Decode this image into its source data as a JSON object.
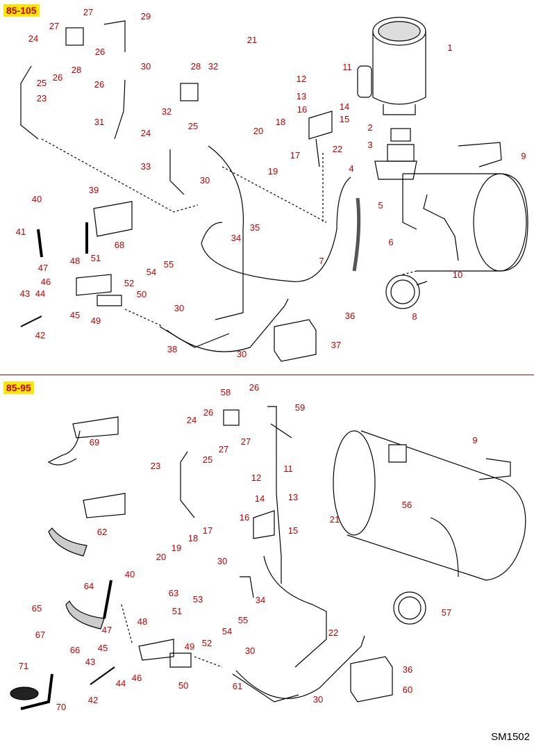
{
  "diagram": {
    "sections": [
      {
        "id": "top",
        "model_label": "85-105"
      },
      {
        "id": "bottom",
        "model_label": "85-95"
      }
    ],
    "drawing_id": "SM1502",
    "callouts_top": [
      {
        "n": "27"
      },
      {
        "n": "29"
      },
      {
        "n": "27"
      },
      {
        "n": "24"
      },
      {
        "n": "26"
      },
      {
        "n": "25"
      },
      {
        "n": "26"
      },
      {
        "n": "28"
      },
      {
        "n": "23"
      },
      {
        "n": "30"
      },
      {
        "n": "26"
      },
      {
        "n": "31"
      },
      {
        "n": "21"
      },
      {
        "n": "1"
      },
      {
        "n": "11"
      },
      {
        "n": "12"
      },
      {
        "n": "13"
      },
      {
        "n": "14"
      },
      {
        "n": "28"
      },
      {
        "n": "32"
      },
      {
        "n": "32"
      },
      {
        "n": "24"
      },
      {
        "n": "25"
      },
      {
        "n": "16"
      },
      {
        "n": "15"
      },
      {
        "n": "18"
      },
      {
        "n": "20"
      },
      {
        "n": "19"
      },
      {
        "n": "17"
      },
      {
        "n": "22"
      },
      {
        "n": "2"
      },
      {
        "n": "3"
      },
      {
        "n": "33"
      },
      {
        "n": "9"
      },
      {
        "n": "4"
      },
      {
        "n": "5"
      },
      {
        "n": "30"
      },
      {
        "n": "39"
      },
      {
        "n": "40"
      },
      {
        "n": "35"
      },
      {
        "n": "41"
      },
      {
        "n": "34"
      },
      {
        "n": "6"
      },
      {
        "n": "68"
      },
      {
        "n": "55"
      },
      {
        "n": "54"
      },
      {
        "n": "48"
      },
      {
        "n": "51"
      },
      {
        "n": "52"
      },
      {
        "n": "47"
      },
      {
        "n": "7"
      },
      {
        "n": "46"
      },
      {
        "n": "10"
      },
      {
        "n": "43"
      },
      {
        "n": "44"
      },
      {
        "n": "50"
      },
      {
        "n": "45"
      },
      {
        "n": "49"
      },
      {
        "n": "30"
      },
      {
        "n": "36"
      },
      {
        "n": "8"
      },
      {
        "n": "42"
      },
      {
        "n": "37"
      },
      {
        "n": "38"
      },
      {
        "n": "30"
      }
    ],
    "callouts_bottom": [
      {
        "n": "58"
      },
      {
        "n": "26"
      },
      {
        "n": "59"
      },
      {
        "n": "24"
      },
      {
        "n": "26"
      },
      {
        "n": "69"
      },
      {
        "n": "25"
      },
      {
        "n": "27"
      },
      {
        "n": "27"
      },
      {
        "n": "9"
      },
      {
        "n": "23"
      },
      {
        "n": "11"
      },
      {
        "n": "12"
      },
      {
        "n": "56"
      },
      {
        "n": "14"
      },
      {
        "n": "13"
      },
      {
        "n": "21"
      },
      {
        "n": "62"
      },
      {
        "n": "16"
      },
      {
        "n": "15"
      },
      {
        "n": "17"
      },
      {
        "n": "18"
      },
      {
        "n": "19"
      },
      {
        "n": "20"
      },
      {
        "n": "30"
      },
      {
        "n": "40"
      },
      {
        "n": "64"
      },
      {
        "n": "34"
      },
      {
        "n": "63"
      },
      {
        "n": "53"
      },
      {
        "n": "57"
      },
      {
        "n": "65"
      },
      {
        "n": "51"
      },
      {
        "n": "55"
      },
      {
        "n": "48"
      },
      {
        "n": "54"
      },
      {
        "n": "22"
      },
      {
        "n": "47"
      },
      {
        "n": "52"
      },
      {
        "n": "67"
      },
      {
        "n": "66"
      },
      {
        "n": "49"
      },
      {
        "n": "45"
      },
      {
        "n": "30"
      },
      {
        "n": "71"
      },
      {
        "n": "43"
      },
      {
        "n": "46"
      },
      {
        "n": "36"
      },
      {
        "n": "44"
      },
      {
        "n": "50"
      },
      {
        "n": "61"
      },
      {
        "n": "60"
      },
      {
        "n": "42"
      },
      {
        "n": "30"
      },
      {
        "n": "70"
      }
    ]
  }
}
